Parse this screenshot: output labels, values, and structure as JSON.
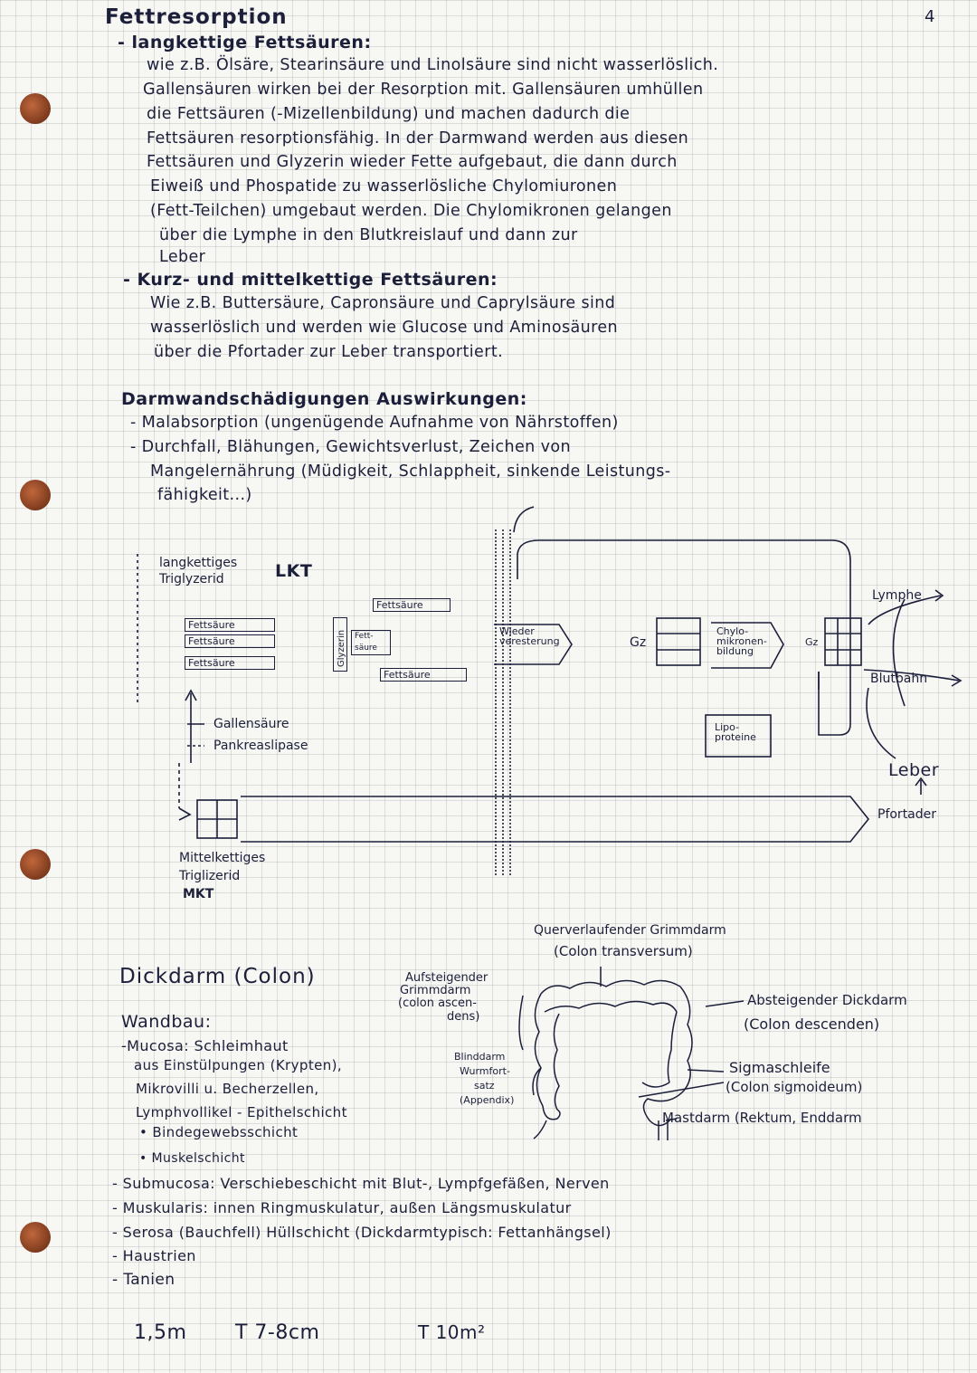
{
  "page_number": "4",
  "fettresorption": {
    "title": "Fettresorption",
    "lkt_heading": "- langkettige Fettsäuren:",
    "lkt_lines": [
      "wie z.B. Ölsäre, Stearinsäure und Linolsäure sind nicht wasserlöslich.",
      "Gallensäuren   wirken bei der Resorption mit. Gallensäuren umhüllen",
      "die Fettsäuren (-Mizellenbildung) und machen dadurch die",
      "Fettsäuren resorptionsfähig. In der Darmwand werden aus diesen",
      "Fettsäuren und Glyzerin wieder Fette aufgebaut, die dann durch",
      "Eiweiß und Phospatide zu wasserlösliche Chylomiuronen",
      "(Fett-Teilchen) umgebaut werden. Die Chylomikronen gelangen",
      "über die Lymphe in den Blutkreislauf und dann zur",
      "Leber"
    ],
    "mkt_heading": "- Kurz- und mittelkettige Fettsäuren:",
    "mkt_lines": [
      "Wie z.B. Buttersäure, Capronsäure und Caprylsäure sind",
      "wasserlöslich und werden wie Glucose und Aminosäuren",
      "über die Pfortader zur Leber transportiert."
    ]
  },
  "darmwand": {
    "heading": "Darmwandschädigungen Auswirkungen:",
    "lines": [
      "- Malabsorption (ungenügende Aufnahme von Nährstoffen)",
      "- Durchfall, Blähungen, Gewichtsverlust, Zeichen von",
      "Mangelernährung (Müdigkeit, Schlappheit, sinkende Leistungs-",
      "fähigkeit...)"
    ]
  },
  "diagram": {
    "lkt_label_1": "langkettiges",
    "lkt_label_2": "Triglyzerid",
    "lkt_abbr": "LKT",
    "fa_rows": [
      "Fettsäure",
      "Fettsäure",
      "Fettsäure"
    ],
    "glyzerin": "Glyzerin",
    "fett_saeure_small": "Fett-säure",
    "fettsaeure_top": "Fettsäure",
    "fettsaeure_bottom": "Fettsäure",
    "wieder": "Wieder veresterung",
    "gz": "Gz",
    "chylo": "Chylo-mikronen-bildung",
    "gz2": "Gz",
    "lympho": "Lipo-proteine",
    "gallen": "Gallensäure",
    "pankreas": "Pankreaslipase",
    "mkt_label_1": "Mittelkettiges",
    "mkt_label_2": "Triglizerid",
    "mkt_abbr": "MKT",
    "lymphe": "Lymphe",
    "blutbahn": "Blutbahn",
    "leber": "Leber",
    "pfortader": "Pfortader"
  },
  "colon_labels": {
    "quer_1": "Querverlaufender Grimmdarm",
    "quer_2": "(Colon transversum)",
    "auf_1": "Aufsteigender",
    "auf_2": "Grimmdarm",
    "auf_3": "(colon ascen-",
    "auf_4": "dens)",
    "ab_1": "Absteigender Dickdarm",
    "ab_2": "(Colon descenden)",
    "blind_1": "Blinddarm",
    "blind_2": "Wurmfort-",
    "blind_3": "satz",
    "blind_4": "(Appendix)",
    "sig_1": "Sigmaschleife",
    "sig_2": "(Colon sigmoideum)",
    "mast": "Mastdarm (Rektum, Enddarm"
  },
  "dickdarm": {
    "title": "Dickdarm (Colon)",
    "wandbau": "Wandbau:",
    "mucosa_lines": [
      "-Mucosa: Schleimhaut",
      "aus Einstülpungen (Krypten),",
      "Mikrovilli u. Becherzellen,",
      "Lymphvollikel - Epithelschicht",
      "• Bindegewebsschicht",
      "• Muskelschicht"
    ],
    "layers": [
      "- Submucosa: Verschiebeschicht mit Blut-, Lympfgefäßen, Nerven",
      "- Muskularis: innen Ringmuskulatur, außen Längsmuskulatur",
      "- Serosa (Bauchfell) Hüllschicht (Dickdarmtypisch: Fettanhängsel)",
      "- Haustrien",
      "- Tanien"
    ],
    "measures": [
      "1,5m",
      "T 7-8cm",
      "T 10m²"
    ]
  }
}
